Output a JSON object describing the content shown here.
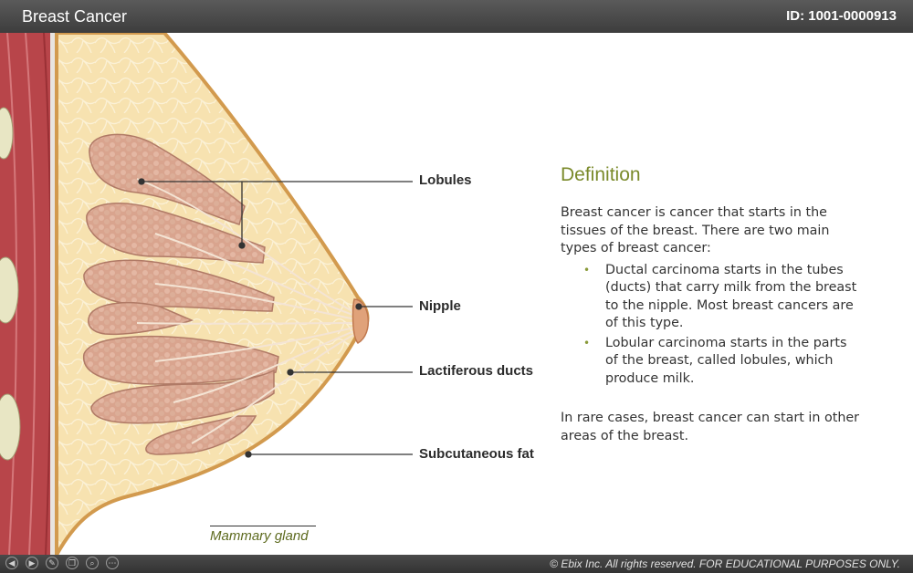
{
  "header": {
    "title": "Breast Cancer",
    "id_text": "ID: 1001-0000913"
  },
  "labels": {
    "lobules": "Lobules",
    "nipple": "Nipple",
    "lactiferous_ducts": "Lactiferous ducts",
    "subcutaneous_fat": "Subcutaneous fat",
    "mammary_gland": "Mammary gland"
  },
  "definition": {
    "title": "Definition",
    "intro": "Breast cancer is cancer that starts in the tissues of the breast. There are two main types of breast cancer:",
    "bullets": [
      "Ductal carcinoma starts in the tubes (ducts) that carry milk from the breast to the nipple. Most breast cancers are of this type.",
      "Lobular carcinoma starts in the parts of the breast, called lobules, which produce milk."
    ],
    "rare": "In rare cases, breast cancer can start in other areas of the breast."
  },
  "footer": {
    "copyright": "© Ebix Inc. All rights reserved. FOR EDUCATIONAL PURPOSES ONLY.",
    "controls": [
      "prev-icon",
      "next-icon",
      "pen-icon",
      "copy-icon",
      "zoom-icon",
      "more-icon"
    ]
  },
  "colors": {
    "accent": "#7a8a2a",
    "muscle": "#b8454a",
    "fat": "#f6dfaa",
    "gland": "#d6a28c"
  }
}
